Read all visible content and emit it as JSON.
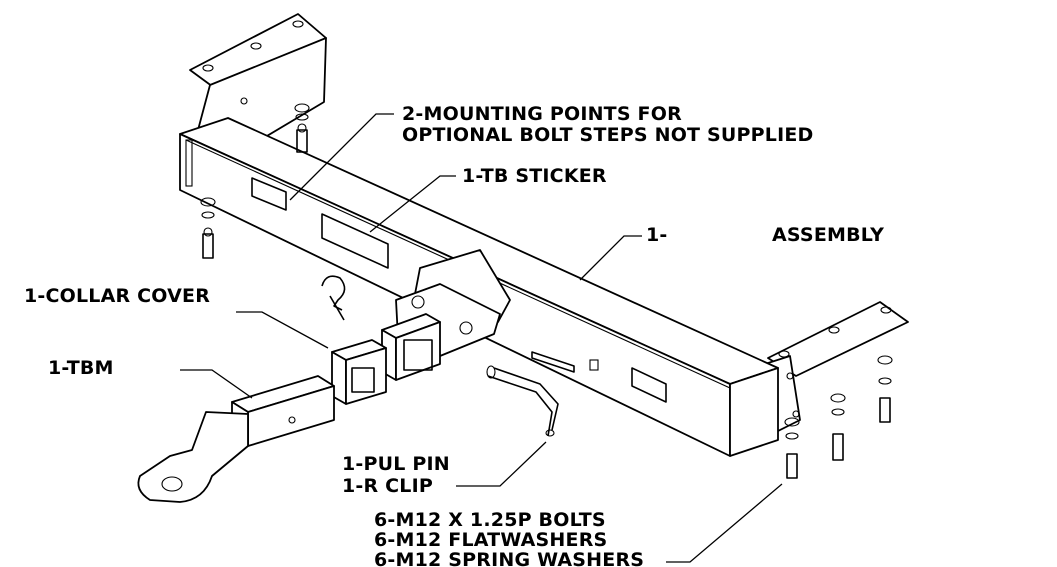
{
  "labels": {
    "mounting_points_line1": "2-MOUNTING POINTS FOR",
    "mounting_points_line2": "OPTIONAL BOLT STEPS NOT SUPPLIED",
    "tb_sticker": "1-TB STICKER",
    "assembly_prefix": "1-",
    "assembly_suffix": "ASSEMBLY",
    "collar_cover": "1-COLLAR COVER",
    "tbm": "1-TBM",
    "pul_pin": "1-PUL PIN",
    "r_clip": "1-R CLIP",
    "bolts": "6-M12 X 1.25P BOLTS",
    "flatwashers": "6-M12 FLATWASHERS",
    "spring_washers": "6-M12 SPRING WASHERS"
  }
}
